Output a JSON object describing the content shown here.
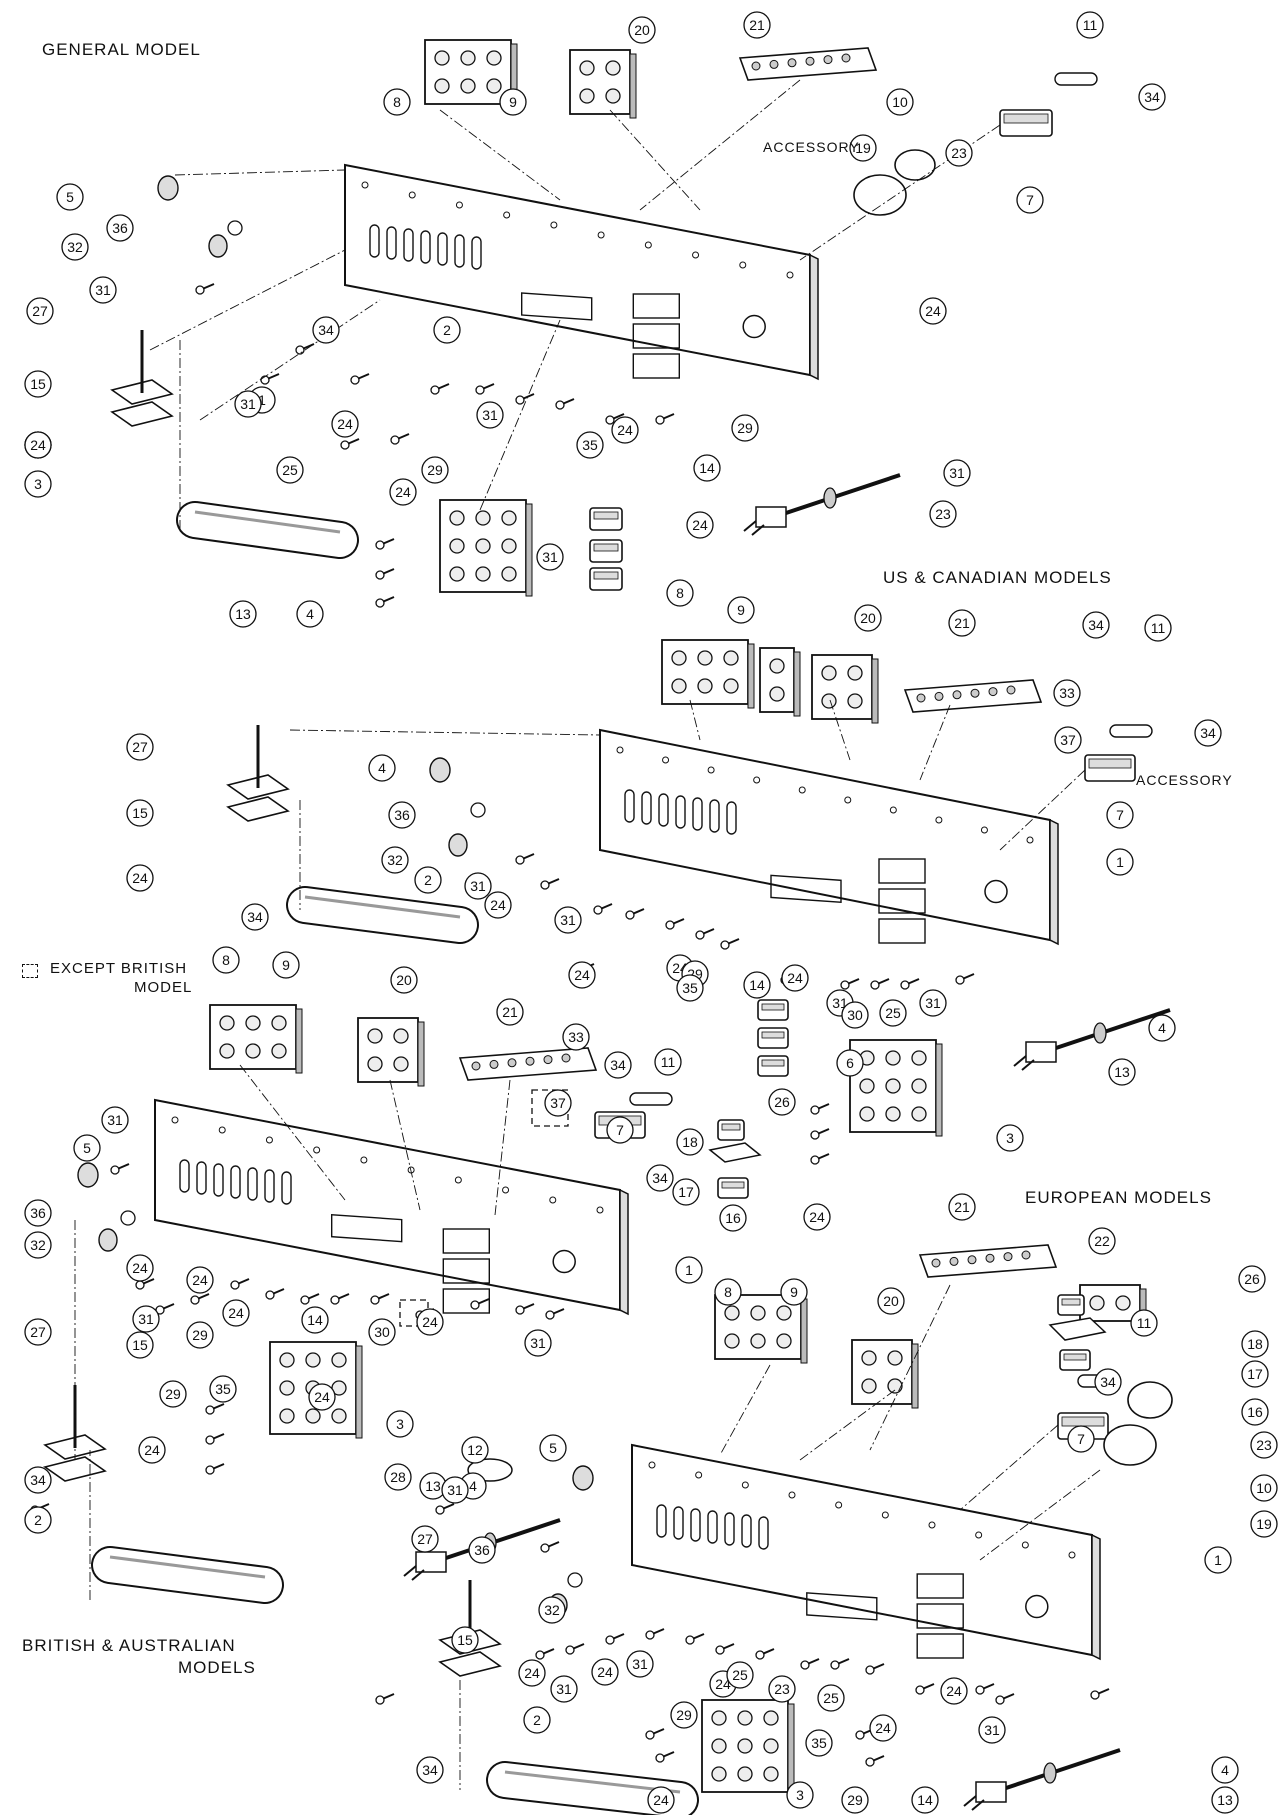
{
  "labels": {
    "general": "GENERAL MODEL",
    "us_canadian": "US & CANADIAN MODELS",
    "british_l1": "BRITISH & AUSTRALIAN",
    "british_l2": "MODELS",
    "european": "EUROPEAN MODELS",
    "accessory_general": "ACCESSORY",
    "accessory_us": "ACCESSORY",
    "except_l1": "EXCEPT BRITISH",
    "except_l2": "MODEL"
  },
  "callouts": {
    "general": [
      "8",
      "9",
      "20",
      "21",
      "11",
      "34",
      "23",
      "10",
      "19",
      "7",
      "5",
      "36",
      "32",
      "31",
      "27",
      "15",
      "24",
      "34",
      "2",
      "1",
      "31",
      "24",
      "29",
      "24",
      "24",
      "35",
      "14",
      "29",
      "31",
      "25",
      "31",
      "23",
      "24",
      "31",
      "4",
      "13",
      "6",
      "3",
      "24",
      "24"
    ],
    "us": [
      "8",
      "9",
      "20",
      "21",
      "34",
      "11",
      "33",
      "37",
      "34",
      "7",
      "1",
      "27",
      "4",
      "36",
      "15",
      "32",
      "24",
      "34",
      "2",
      "31",
      "24",
      "31",
      "24",
      "24",
      "29",
      "35",
      "14",
      "24",
      "31",
      "30",
      "25",
      "31",
      "4",
      "13",
      "6",
      "3",
      "24"
    ],
    "british": [
      "8",
      "9",
      "20",
      "21",
      "33",
      "34",
      "11",
      "37",
      "26",
      "7",
      "34",
      "18",
      "17",
      "16",
      "31",
      "5",
      "36",
      "32",
      "24",
      "24",
      "1",
      "27",
      "31",
      "29",
      "24",
      "14",
      "30",
      "24",
      "31",
      "15",
      "29",
      "35",
      "24",
      "24",
      "3",
      "13",
      "4",
      "34",
      "2"
    ],
    "european": [
      "21",
      "22",
      "26",
      "20",
      "8",
      "9",
      "18",
      "11",
      "17",
      "34",
      "16",
      "23",
      "7",
      "10",
      "19",
      "12",
      "5",
      "28",
      "31",
      "27",
      "36",
      "32",
      "1",
      "15",
      "24",
      "31",
      "24",
      "31",
      "24",
      "25",
      "23",
      "25",
      "24",
      "29",
      "31",
      "24",
      "35",
      "4",
      "13",
      "3",
      "34",
      "2",
      "24",
      "29",
      "14"
    ]
  }
}
